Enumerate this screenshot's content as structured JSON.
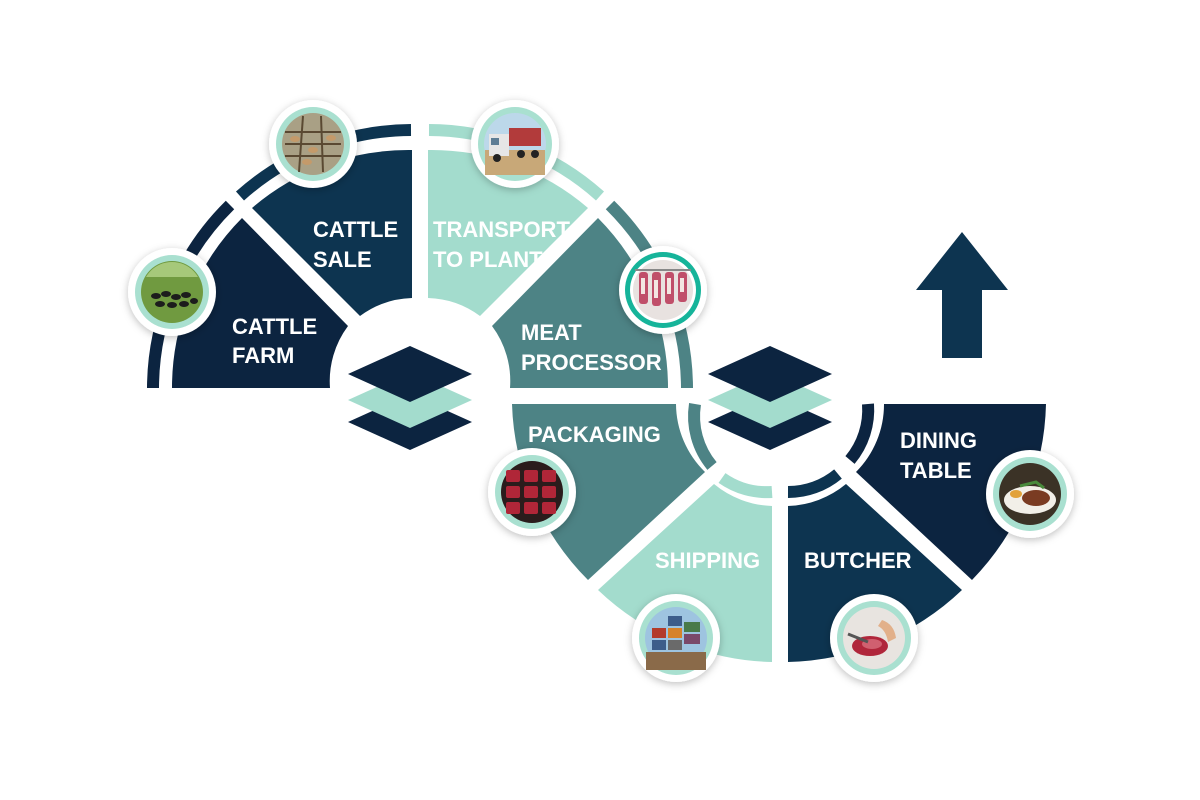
{
  "diagram": {
    "stages": [
      {
        "id": "cattle-farm",
        "lines": [
          "CATTLE",
          "FARM"
        ],
        "color": "#0c2440",
        "icon": "cattle-herd-photo"
      },
      {
        "id": "cattle-sale",
        "lines": [
          "CATTLE",
          "SALE"
        ],
        "color": "#0d3450",
        "icon": "cattle-pens-photo"
      },
      {
        "id": "transport",
        "lines": [
          "TRANSPORT",
          "TO PLANT"
        ],
        "color": "#a3dccd",
        "icon": "road-train-truck-photo"
      },
      {
        "id": "meat-processor",
        "lines": [
          "MEAT",
          "PROCESSOR"
        ],
        "color": "#4d8385",
        "icon": "hanging-carcasses-photo"
      },
      {
        "id": "packaging",
        "lines": [
          "PACKAGING"
        ],
        "color": "#4d8385",
        "icon": "packaged-meat-photo"
      },
      {
        "id": "shipping",
        "lines": [
          "SHIPPING"
        ],
        "color": "#a3dccd",
        "icon": "shipping-containers-photo"
      },
      {
        "id": "butcher",
        "lines": [
          "BUTCHER"
        ],
        "color": "#0d3450",
        "icon": "butcher-cutting-photo"
      },
      {
        "id": "dining-table",
        "lines": [
          "DINING",
          "TABLE"
        ],
        "color": "#0c2440",
        "icon": "steak-plate-photo"
      }
    ],
    "colors": {
      "navy": "#0c2440",
      "dark_teal": "#0d3450",
      "teal": "#4d8385",
      "mint": "#a3dccd",
      "badge_ring": "#a9e0d0",
      "badge_ring_active": "#16b49a"
    },
    "layer_stack_icon": "stacked-layers-icon",
    "arrow_icon": "up-arrow-icon"
  }
}
